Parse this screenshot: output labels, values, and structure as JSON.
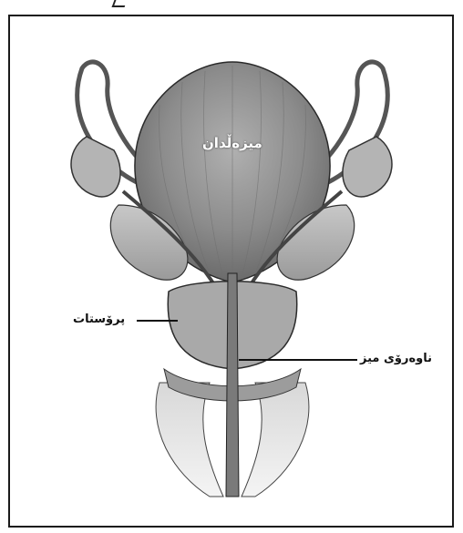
{
  "labels": {
    "bladder": "میزەڵدان",
    "prostate": "پرۆستات",
    "urethra": "ناوەرۆی میز"
  },
  "colors": {
    "bladder_fill": "#8a8a8a",
    "tissue_light": "#cfcfcf",
    "tissue_mid": "#a8a8a8",
    "outline": "#2a2a2a",
    "leader_line": "#111111"
  }
}
